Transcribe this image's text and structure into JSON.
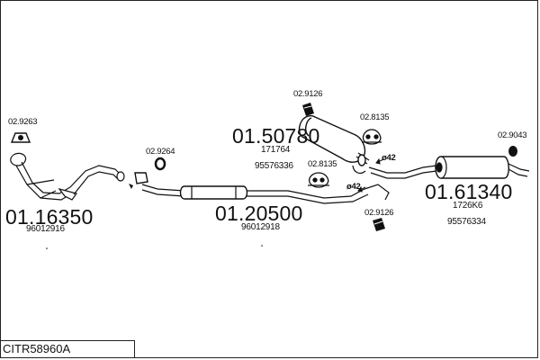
{
  "title": "CITR58960A",
  "labels": {
    "part_01_16350": "01.16350",
    "ref_96012916": "96012916",
    "part_01_20500": "01.20500",
    "ref_96012918": "96012918",
    "part_01_50780": "01.50780",
    "ref_171764": "171764",
    "ref_95576336": "95576336",
    "part_01_61340": "01.61340",
    "ref_1726K6": "1726K6",
    "ref_95576334": "95576334",
    "acc_02_9263": "02.9263",
    "acc_02_9264": "02.9264",
    "acc_02_9126_top": "02.9126",
    "acc_02_8135_top": "02.8135",
    "acc_02_8135_mid": "02.8135",
    "acc_02_9126_bottom": "02.9126",
    "acc_02_9043": "02.9043",
    "dia_42_upper": "ø42",
    "dia_42_lower": "ø42"
  }
}
